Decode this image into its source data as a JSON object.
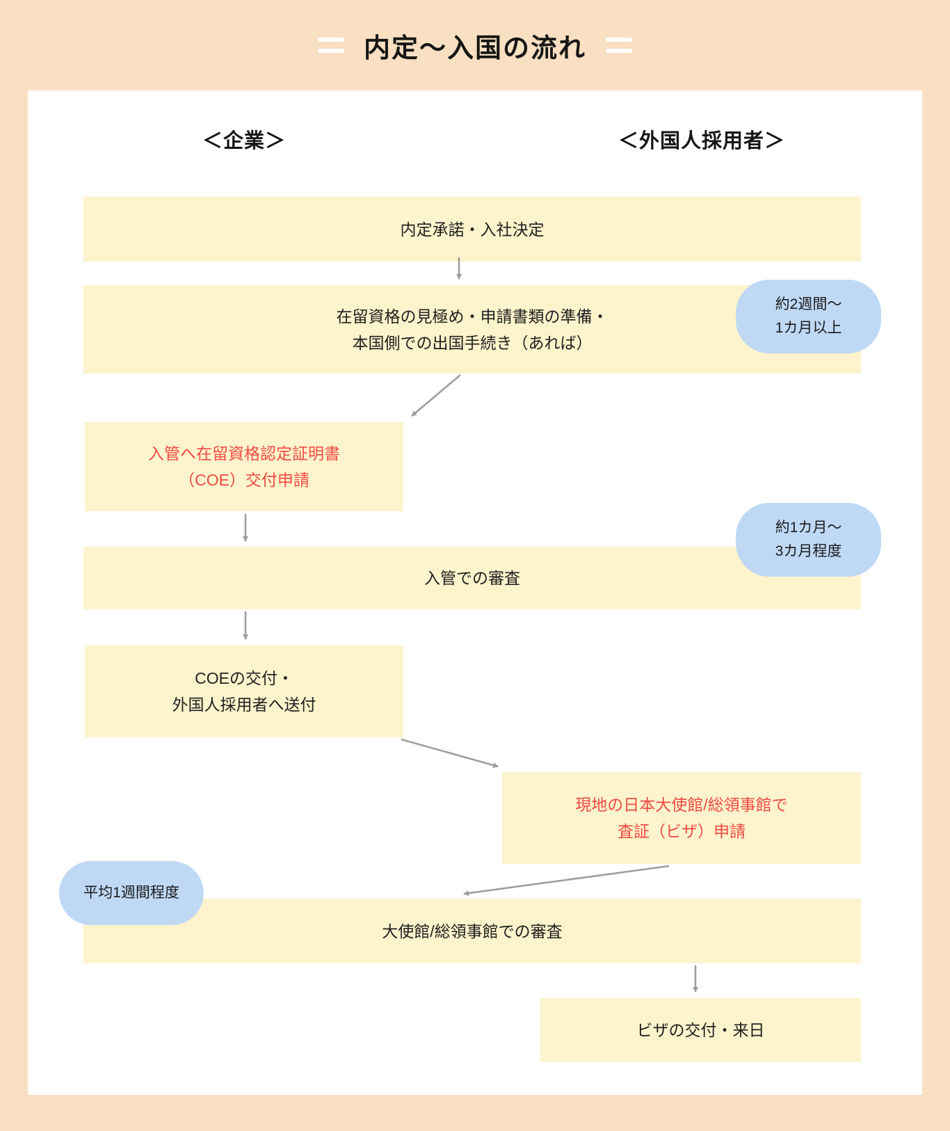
{
  "title": "内定〜入国の流れ",
  "columns": {
    "left": "＜企業＞",
    "right": "＜外国人採用者＞"
  },
  "steps": [
    {
      "name": "offer-accepted",
      "lines": [
        "内定承諾・入社決定"
      ]
    },
    {
      "name": "prepare-documents",
      "lines": [
        "在留資格の見極め・申請書類の準備・",
        "本国側での出国手続き（あれば）"
      ]
    },
    {
      "name": "coe-application",
      "lines": [
        "入管へ在留資格認定証明書",
        "（COE）交付申請"
      ],
      "emphasis": "red"
    },
    {
      "name": "immigration-screening",
      "lines": [
        "入管での審査"
      ]
    },
    {
      "name": "coe-issued",
      "lines": [
        "COEの交付・",
        "外国人採用者へ送付"
      ]
    },
    {
      "name": "visa-application",
      "lines": [
        "現地の日本大使館/総領事館で",
        "査証（ビザ）申請"
      ],
      "emphasis": "red"
    },
    {
      "name": "embassy-screening",
      "lines": [
        "大使館/総領事館での審査"
      ]
    },
    {
      "name": "visa-issued-arrival",
      "lines": [
        "ビザの交付・来日"
      ]
    }
  ],
  "badges": [
    {
      "name": "duration-2weeks-1month",
      "lines": [
        "約2週間〜",
        "1カ月以上"
      ]
    },
    {
      "name": "duration-1-3months",
      "lines": [
        "約1カ月〜",
        "3カ月程度"
      ]
    },
    {
      "name": "duration-avg-1week",
      "lines": [
        "平均1週間程度"
      ]
    }
  ],
  "colors": {
    "bg": "#F9E0C2",
    "card": "#FFFFFF",
    "box": "#FDF3CC",
    "badge": "#BFD9F5",
    "red": "#EF4B43",
    "arrow": "#9E9E9E",
    "text": "#1F1F1F"
  }
}
